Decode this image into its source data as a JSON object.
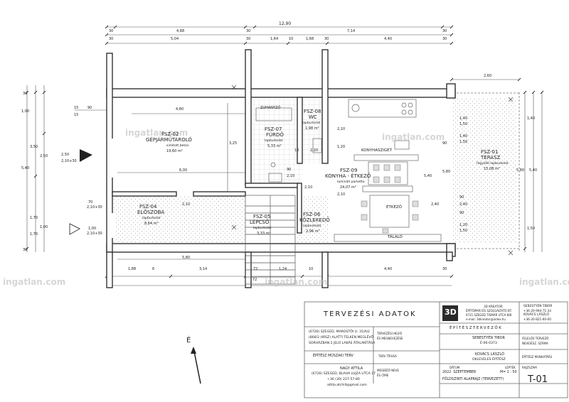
{
  "watermark": "ingatlan.com",
  "dims": {
    "total_width": "12,90",
    "top_seg": [
      "30",
      "4,88",
      "30",
      "7,14",
      "30"
    ],
    "top_seg2": [
      "30",
      "5,04",
      "30",
      "1,64",
      "10",
      "1,68",
      "30",
      "4,40",
      "30"
    ],
    "bottom": [
      "1,88",
      "6",
      "3,14",
      "72",
      "1,24",
      "10",
      "4,40",
      "30"
    ],
    "terrace": "2,60",
    "left": [
      "1,00",
      "3,50",
      "5,40",
      "2,50",
      "1,70",
      "1,00",
      "1,70",
      "30",
      "30",
      "15",
      "15"
    ],
    "left_door": [
      "2,50",
      "2,10+30",
      "2,10+30",
      "1,00",
      "2,10+30",
      "70"
    ],
    "right": [
      "1,40",
      "1,50",
      "5,80",
      "5,40",
      "1,40",
      "1,50",
      "1,20",
      "1,50",
      "1,40",
      "1,50",
      "2,40",
      "90",
      "90"
    ],
    "misc": [
      "4,80",
      "3,25",
      "6,00",
      "2,10",
      "5,80",
      "90",
      "2,10",
      "90",
      "10",
      "72",
      "1,20",
      "2,10",
      "2,20",
      "5,40",
      "2,10",
      "2,10",
      "5,80",
      "90",
      "2,40"
    ]
  },
  "rooms": [
    {
      "code": "FSZ-02",
      "name": "GÉPJÁRMŰTÁROLÓ",
      "floor": "simított beton",
      "area": "19,60 m²"
    },
    {
      "code": "FSZ-07",
      "name": "FÜRDŐ",
      "floor": "lapburkolat",
      "area": "5,33 m²"
    },
    {
      "code": "FSZ-08",
      "name": "WC",
      "floor": "lapburkolat",
      "area": "1,98 m²"
    },
    {
      "code": "FSZ-09",
      "name": "KONYHA - ÉTKEZŐ",
      "floor": "laminált parketta",
      "area": "24,07 m²"
    },
    {
      "code": "FSZ-01",
      "name": "TERASZ",
      "floor": "fagyálló lapburkolat",
      "area": "15,08 m²"
    },
    {
      "code": "FSZ-04",
      "name": "ELŐSZOBA",
      "floor": "lapburkolat",
      "area": "8,64 m²"
    },
    {
      "code": "FSZ-05",
      "name": "LÉPCSŐ",
      "floor": "lapburkolat",
      "area": "3,33 m²"
    },
    {
      "code": "FSZ-06",
      "name": "KÖZLEKEDŐ",
      "floor": "lapburkolat",
      "area": "2,96 m²"
    }
  ],
  "labels": {
    "zuhanyzo": "ZUHANYZÓ",
    "konyhasziget": "KONYHASZIGET",
    "etkezo": "ÉTKEZŐ",
    "talalo": "TÁLALÓ",
    "north": "É"
  },
  "titleblock": {
    "heading": "TERVEZÉSI ADATOK",
    "site": [
      "(6726) SZEGED, MAROSTŐI U. 31/A/2",
      "(866/2 HRSZ) ALATTI TELKEN MEGLÉVŐ",
      "SORHÁZBAN 2 JELŰ LAKÁS ÁTALAKÍTÁSA"
    ],
    "site_label": [
      "TERVEZÉSI HELYE",
      "ÉS MEGNEVEZÉSE"
    ],
    "plan_type": "ÉPÍTÉSZ MŰSZAKI TERV",
    "plan_type_label": "TERV TÍPUSA",
    "client": [
      "NAGY ATTILA",
      "(6726) SZEGED, BLAHA LUJZA UTCA 17",
      "+36 (30) 227-57-80",
      "attila.atchill@gmail.com"
    ],
    "client_label": [
      "MEGBÍZÓ NEVE",
      "ÉS CÍME"
    ],
    "company_logo": "3D",
    "company": [
      "3D KREATOR",
      "ÉPÍTŐIPARI ÉS SZOLGÁLTATÓ BT.",
      "6721 SZEGED TISMÁR UTCA 8/B",
      "e-mail: 3dkreator@index.hu"
    ],
    "contact": [
      "SEBESTYÉN TIBOR",
      "+36-20-994-71-33",
      "KOVÁCS LÁSZLÓ",
      "+36-20-821-60-00"
    ],
    "designers_heading": "ÉPÍTÉSZTERVEZŐK",
    "designer1": [
      "SEBESTYÉN TIBOR",
      "É-06-0373"
    ],
    "designer1_label": [
      "FELELŐS TERVEZŐ",
      "NEVE/ÉSZ. SZÁMA"
    ],
    "designer2": [
      "KOVÁCS LÁSZLÓ",
      "OKLEVELES ÉPÍTÉSZ"
    ],
    "designer2_label": "ÉPÍTÉSZ MUNKATÁRS",
    "date_label": "DÁTUM",
    "date": "2022. SZEPTEMBER",
    "scale_label": "LÉPTÉK",
    "scale": "M= 1 : 50",
    "sheet_label": "RAJZSZÁM",
    "sheet_title": "FÖLDSZINTI ALAPRAJZ (TERVEZETT)",
    "sheet_no": "T-01"
  },
  "colors": {
    "wall": "#3a3a3a",
    "line": "#555555",
    "dim": "#444444",
    "hatch": "#b8b8b8"
  }
}
